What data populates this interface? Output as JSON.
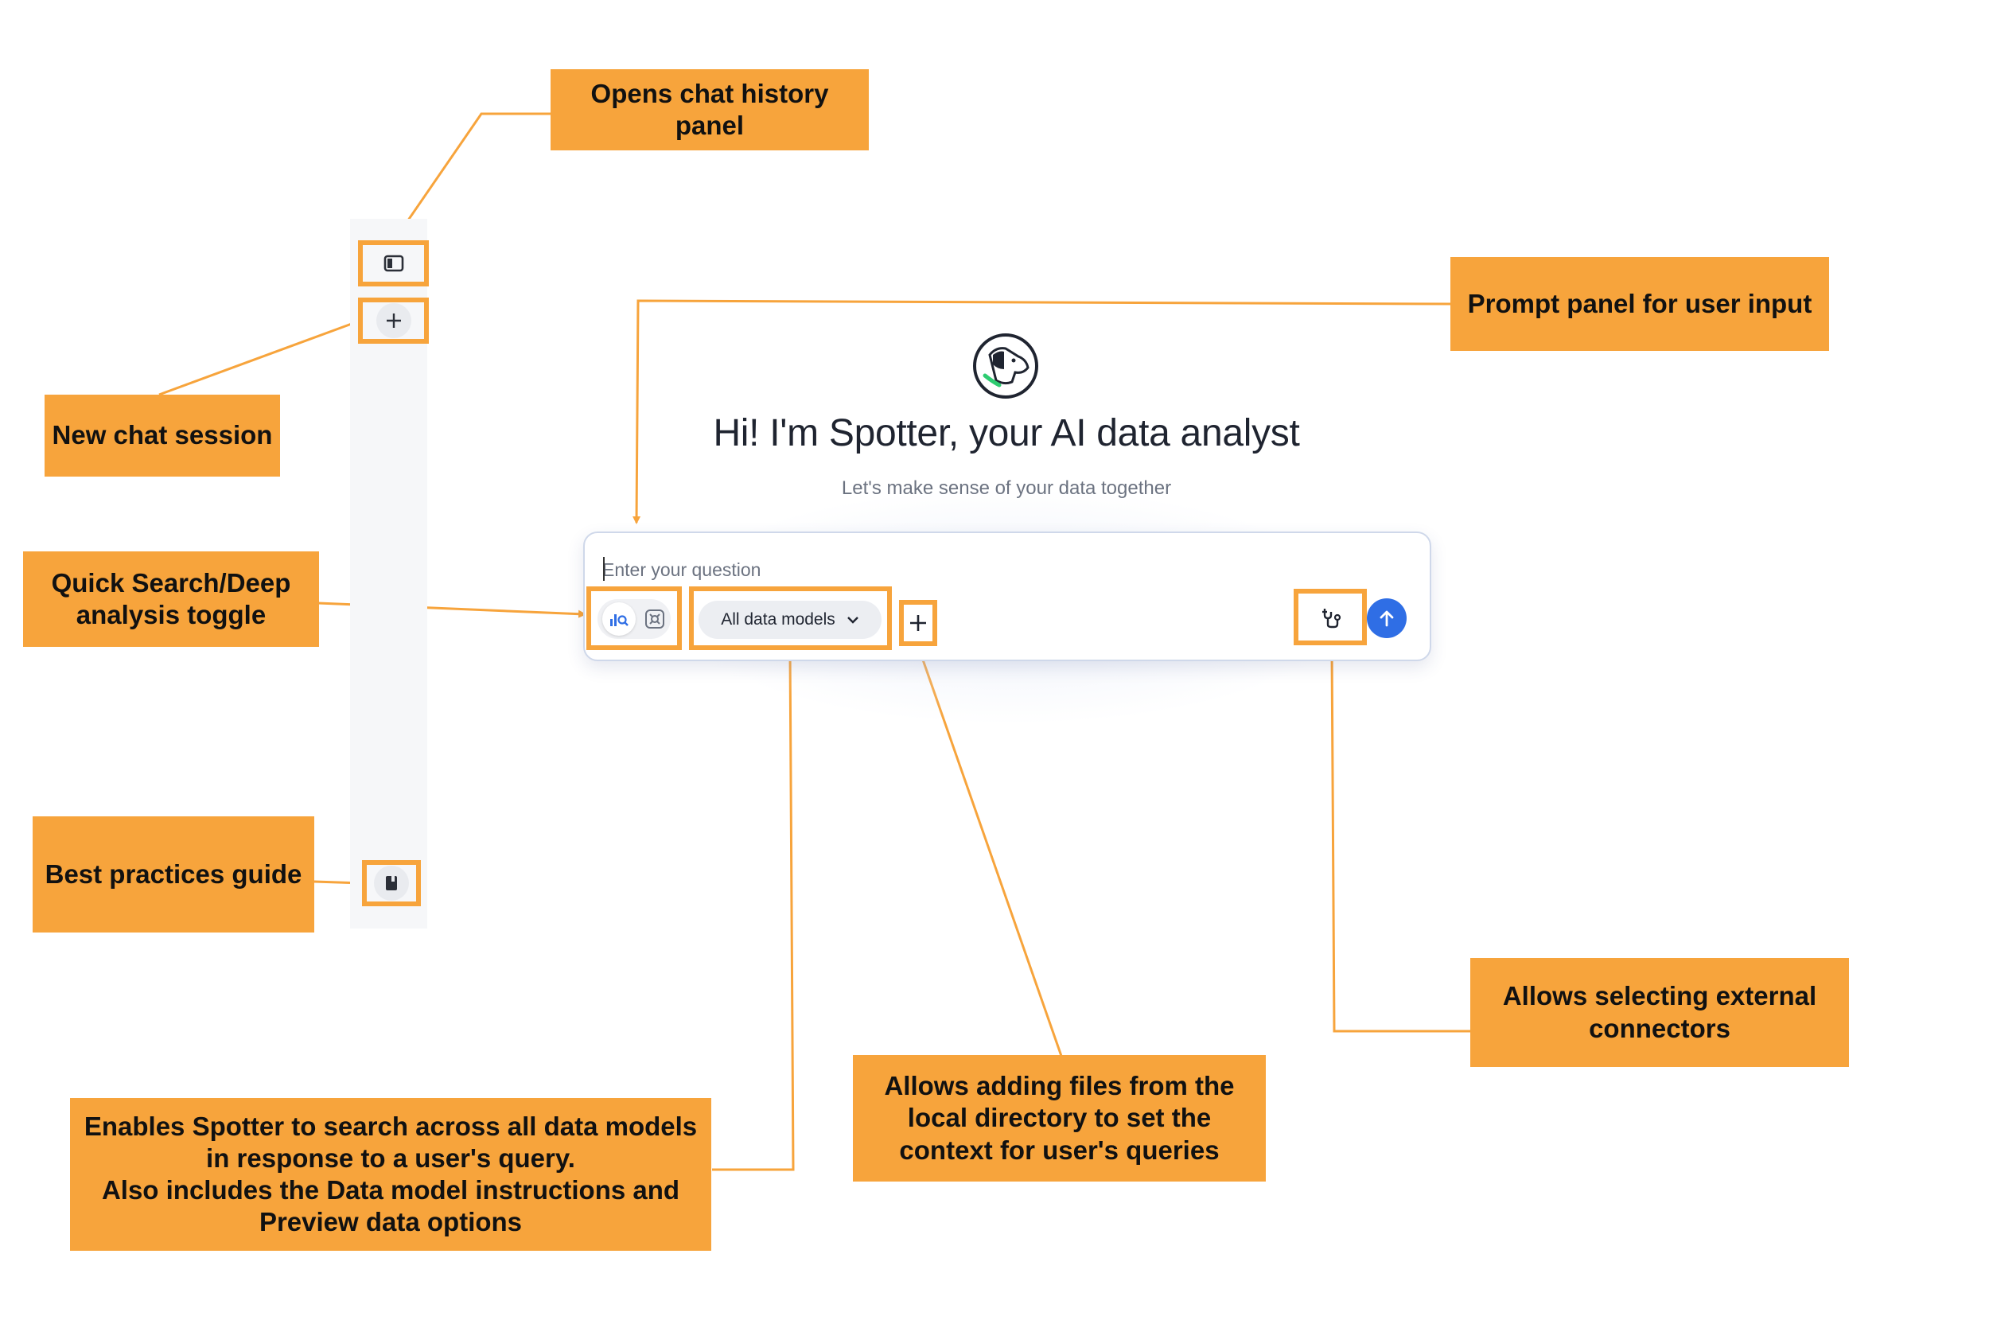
{
  "main": {
    "title": "Hi! I'm Spotter, your AI data analyst",
    "subtitle": "Let's make sense of your data together"
  },
  "prompt": {
    "placeholder": "Enter your question",
    "data_models_label": "All data models"
  },
  "sidebar": {
    "icons": [
      "panel-toggle-icon",
      "plus-icon",
      "book-icon"
    ]
  },
  "callouts": {
    "chat_history": "Opens chat history panel",
    "new_chat": "New chat session",
    "toggle": "Quick Search/Deep analysis toggle",
    "best_practices": "Best practices guide",
    "prompt_panel": "Prompt panel for user input",
    "data_models_line1": "Enables Spotter to search across all data models",
    "data_models_line2": "in response to a user's query.",
    "data_models_line3": "Also includes the Data model instructions and",
    "data_models_line4": "Preview data options",
    "add_files": "Allows adding files from the local directory to set the context for user's queries",
    "connectors": "Allows selecting external connectors"
  },
  "colors": {
    "callout": "#f7a43c",
    "send_button": "#2f6ee5",
    "logo_accent": "#2ecc71"
  }
}
